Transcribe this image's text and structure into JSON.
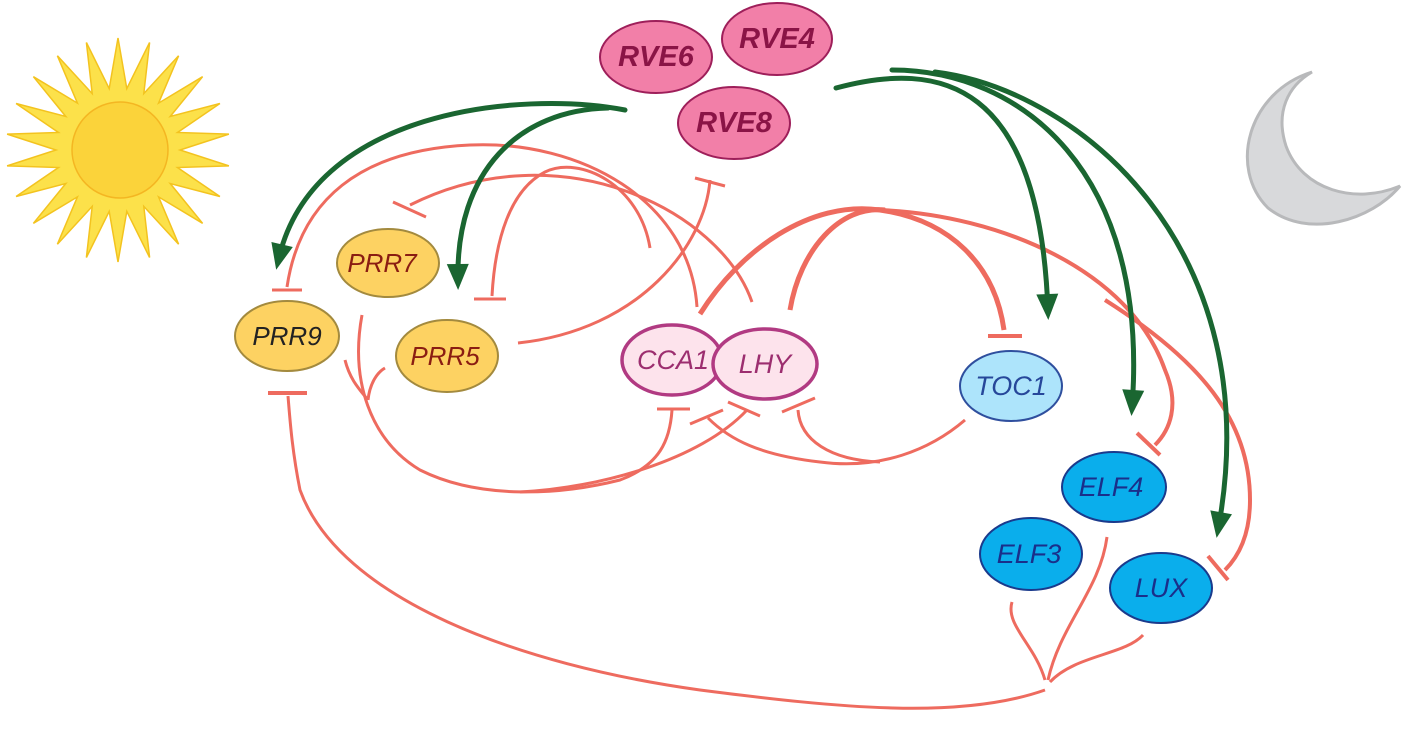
{
  "colors": {
    "activation": "#1a6631",
    "repression": "#ee6b5f",
    "rve_fill": "#f27fa8",
    "rve_stroke": "#9e1f5a",
    "rve_text": "#8a1446",
    "prr_fill": "#fdd262",
    "prr_stroke": "#a38a3e",
    "prr_text": "#8a1d12",
    "prr9_text": "#222222",
    "core_fill": "#fde3ec",
    "core_stroke": "#b13a82",
    "core_text": "#9c2e6f",
    "toc_fill": "#ade4fb",
    "toc_stroke": "#2f4f9e",
    "toc_text": "#26479a",
    "evening_fill": "#0aaeec",
    "evening_stroke": "#1a3a8c",
    "evening_text": "#1a2f8a",
    "sun": "#fce14a",
    "sun_core": "#fbd33a",
    "moon": "#d8d9db"
  },
  "icons": {
    "sun": "sun-icon",
    "moon": "moon-icon"
  },
  "nodes": {
    "rve6": "RVE6",
    "rve4": "RVE4",
    "rve8": "RVE8",
    "prr7": "PRR7",
    "prr9": "PRR9",
    "prr5": "PRR5",
    "cca1": "CCA1",
    "lhy": "LHY",
    "toc1": "TOC1",
    "elf4": "ELF4",
    "elf3": "ELF3",
    "lux": "LUX"
  }
}
